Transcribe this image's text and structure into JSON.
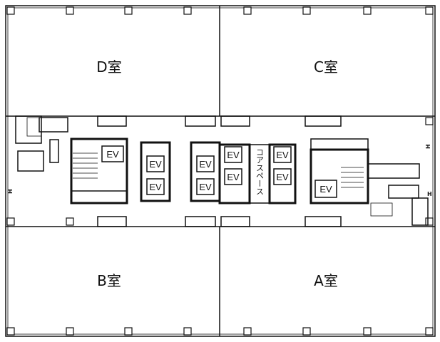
{
  "rooms": {
    "d": "D室",
    "c": "C室",
    "b": "B室",
    "a": "A室"
  },
  "labels": {
    "ev": "EV",
    "core_space": "コアスペース",
    "h_mark": "H"
  }
}
